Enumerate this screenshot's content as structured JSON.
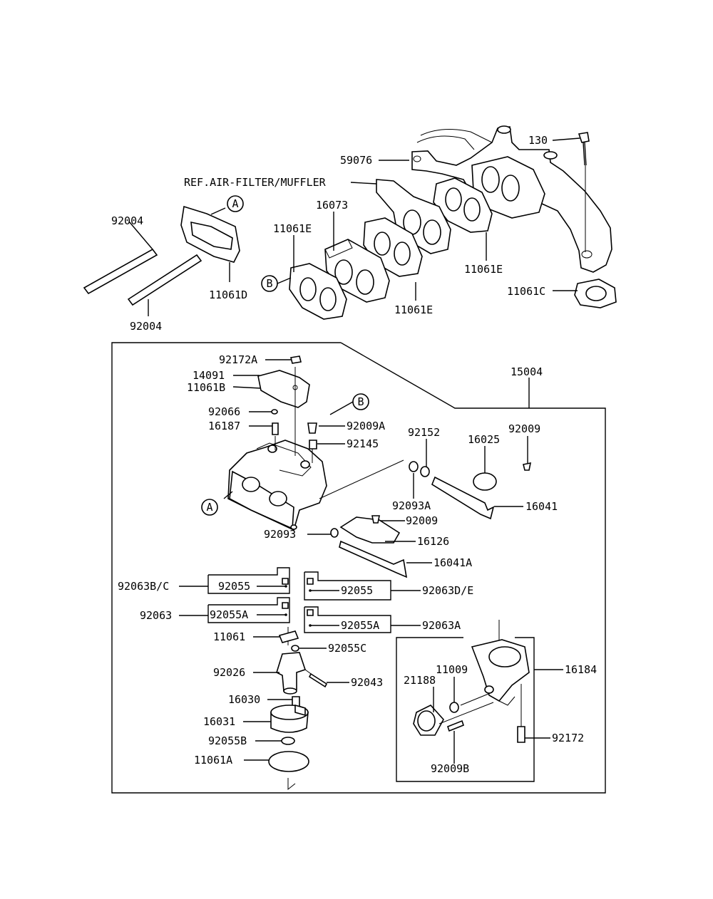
{
  "labels": {
    "p130": "130",
    "p59076": "59076",
    "ref": "REF.AIR-FILTER/MUFFLER",
    "p92004a": "92004",
    "p92004b": "92004",
    "p11061d": "11061D",
    "p16073": "16073",
    "p11061e_a": "11061E",
    "p11061e_b": "11061E",
    "p11061e_c": "11061E",
    "p11061c": "11061C",
    "p15004": "15004",
    "p92172a": "92172A",
    "p14091": "14091",
    "p11061b": "11061B",
    "p92066": "92066",
    "p16187": "16187",
    "p92009a": "92009A",
    "p92145": "92145",
    "p92152": "92152",
    "p16025": "16025",
    "p92009_top": "92009",
    "p92093a": "92093A",
    "p16041": "16041",
    "p92009_mid": "92009",
    "p92093": "92093",
    "p16126": "16126",
    "p16041a": "16041A",
    "p92063bc": "92063B/C",
    "p92055_l": "92055",
    "p92055_r": "92055",
    "p92063de": "92063D/E",
    "p92063": "92063",
    "p92055a_l": "92055A",
    "p92055a_r": "92055A",
    "p92063a": "92063A",
    "p11061": "11061",
    "p92055c": "92055C",
    "p92026": "92026",
    "p92043": "92043",
    "p16030": "16030",
    "p16031": "16031",
    "p92055b": "92055B",
    "p11061a": "11061A",
    "p11009": "11009",
    "p21188": "21188",
    "p16184": "16184",
    "p92172": "92172",
    "p92009b": "92009B"
  },
  "callouts": {
    "A_top": "A",
    "B_left": "B",
    "B_mid": "B",
    "A_low": "A"
  }
}
